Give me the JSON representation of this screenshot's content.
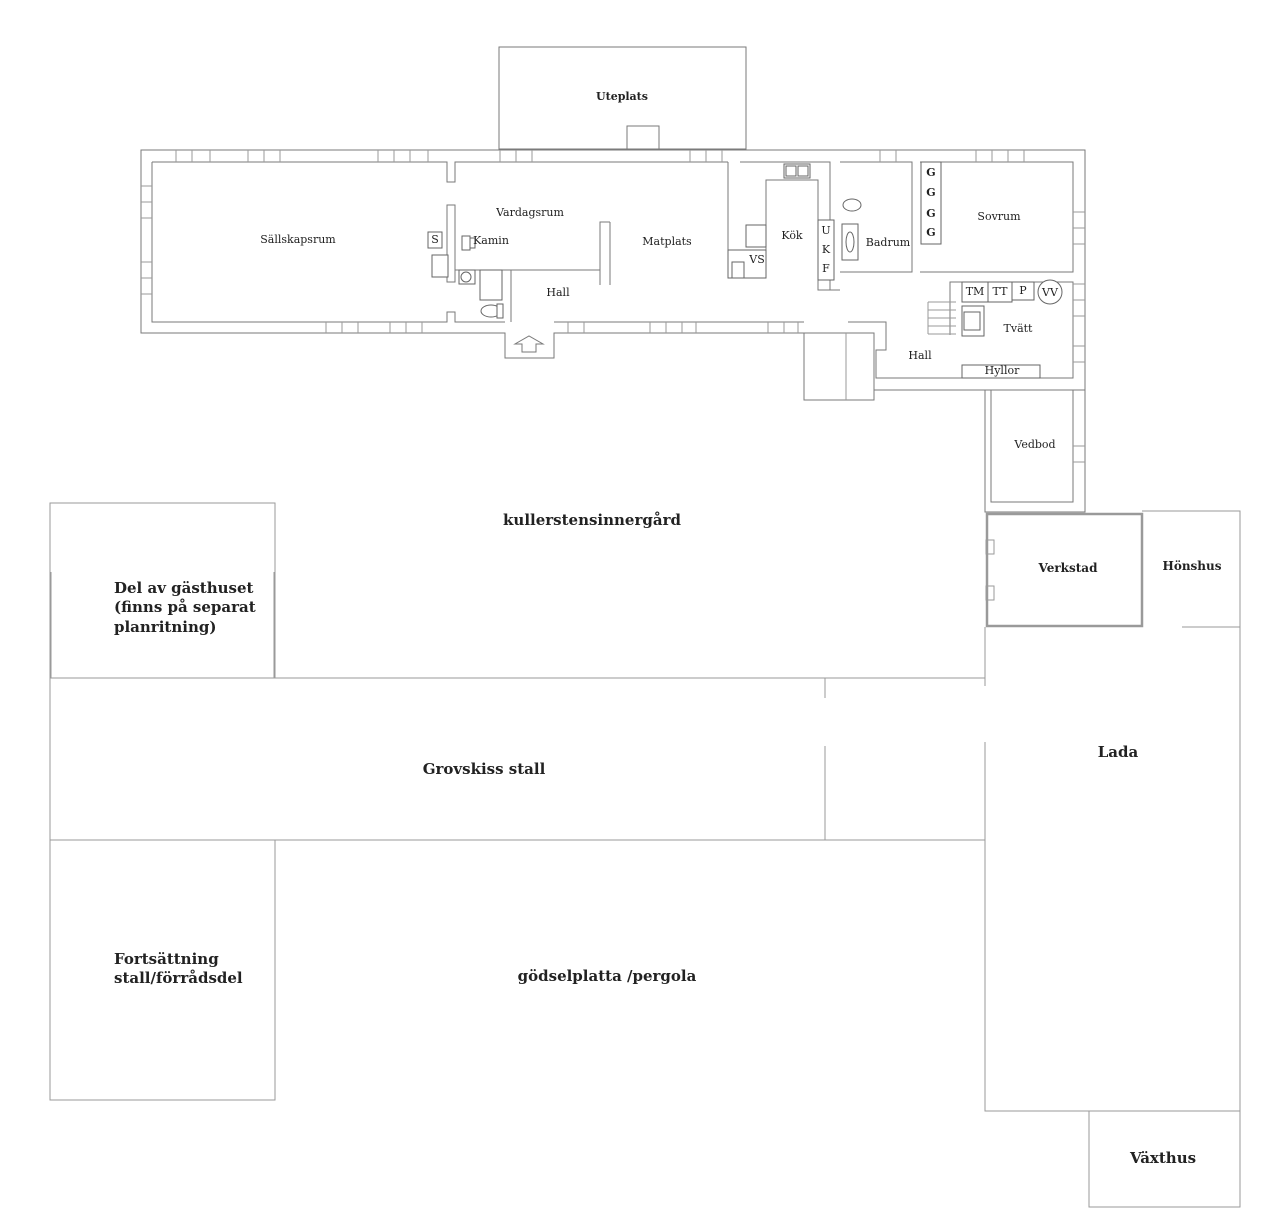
{
  "title": "",
  "rooms": {
    "uteplats": "Uteplats",
    "sallskapsrum": "Sällskapsrum",
    "vardagsrum": "Vardagsrum",
    "kamin": "Kamin",
    "s": "S",
    "matplats": "Matplats",
    "hall1": "Hall",
    "kok": "Kök",
    "vs": "VS",
    "u": "U",
    "k": "K",
    "f": "F",
    "badrum": "Badrum",
    "g": "G",
    "sovrum": "Sovrum",
    "tm": "TM",
    "tt": "TT",
    "p": "P",
    "vv": "VV",
    "tvatt": "Tvätt",
    "hall2": "Hall",
    "hyllor": "Hyllor",
    "vedbod": "Vedbod"
  },
  "outbuildings": {
    "kullerstensinnergard": "kullerstensinnergård",
    "gasthuset_line1": "Del av gästhuset",
    "gasthuset_line2": "(finns på separat",
    "gasthuset_line3": "planritning)",
    "verkstad": "Verkstad",
    "honshus": "Hönshus",
    "grovskiss_stall": "Grovskiss stall",
    "lada": "Lada",
    "fortsattning_line1": "Fortsättning",
    "fortsattning_line2": "stall/förrådsdel",
    "godselplatta": "gödselplatta /pergola",
    "vaxthus": "Växthus"
  }
}
